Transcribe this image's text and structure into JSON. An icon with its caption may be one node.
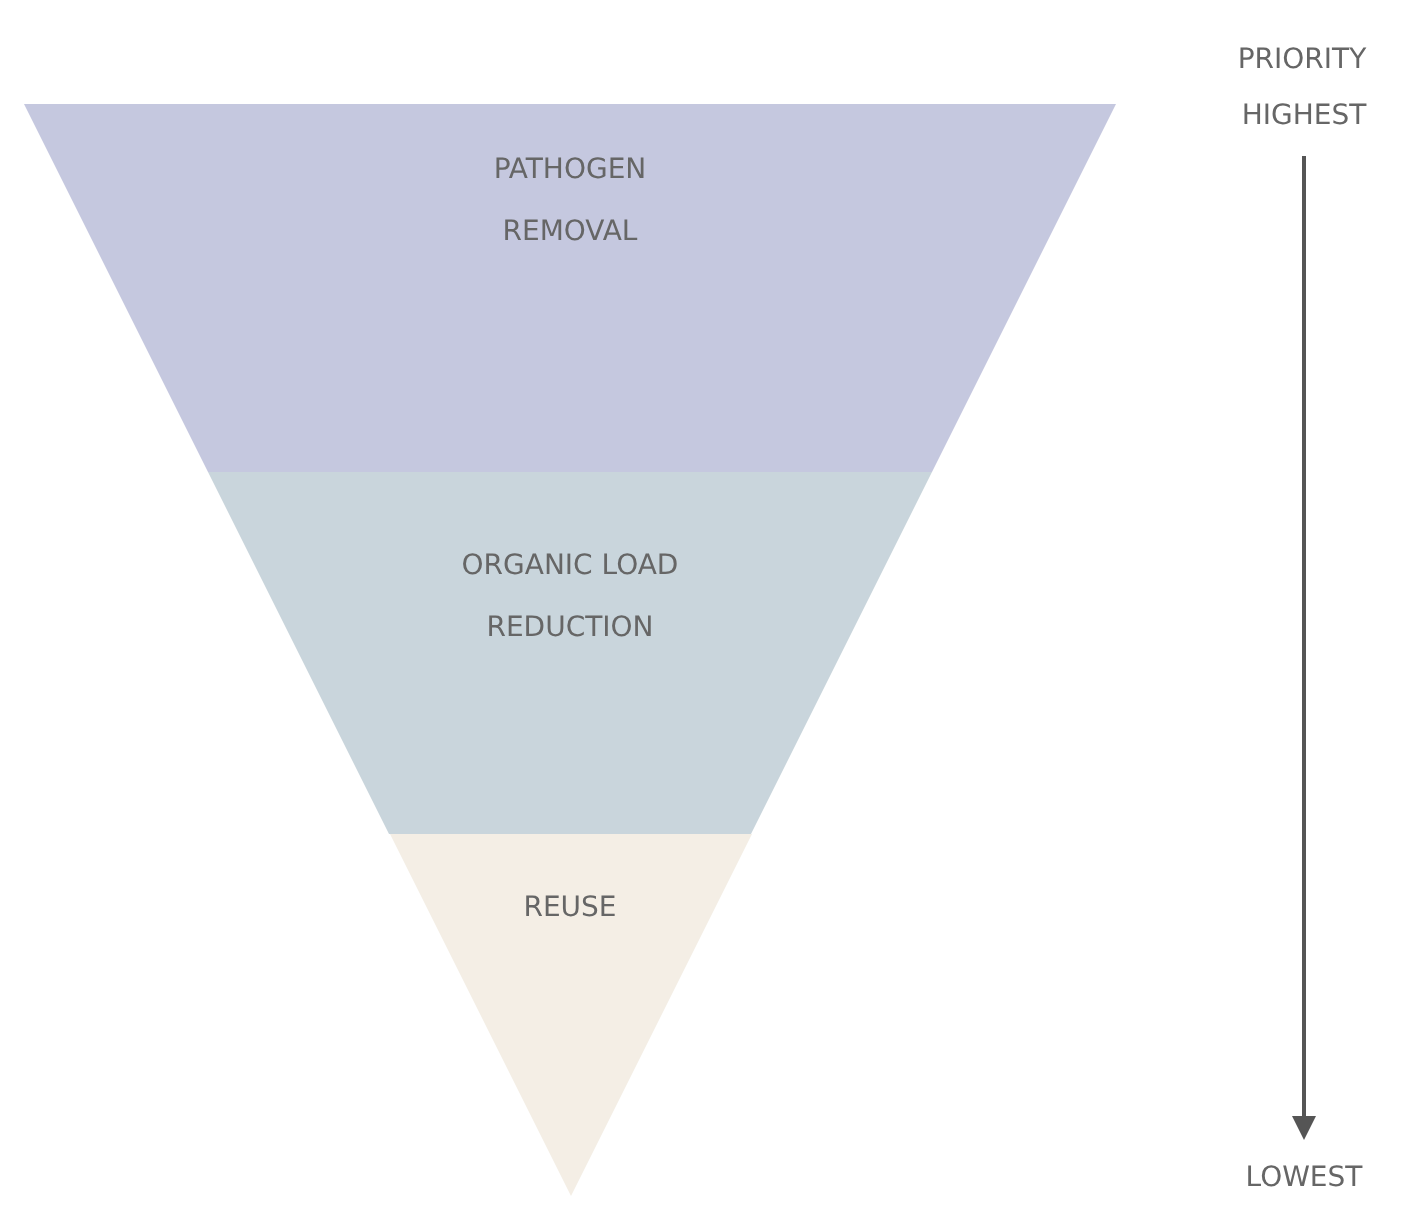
{
  "diagram": {
    "nodes": [
      {
        "text": [
          "PATHOGEN REMOVAL"
        ]
      },
      {
        "text": [
          "ORGANIC LOAD REDUCTION"
        ]
      },
      {
        "text": [
          "REUSE"
        ]
      }
    ],
    "labels": [
      "PRIORITY",
      "HIGHEST",
      "LOWEST"
    ]
  }
}
